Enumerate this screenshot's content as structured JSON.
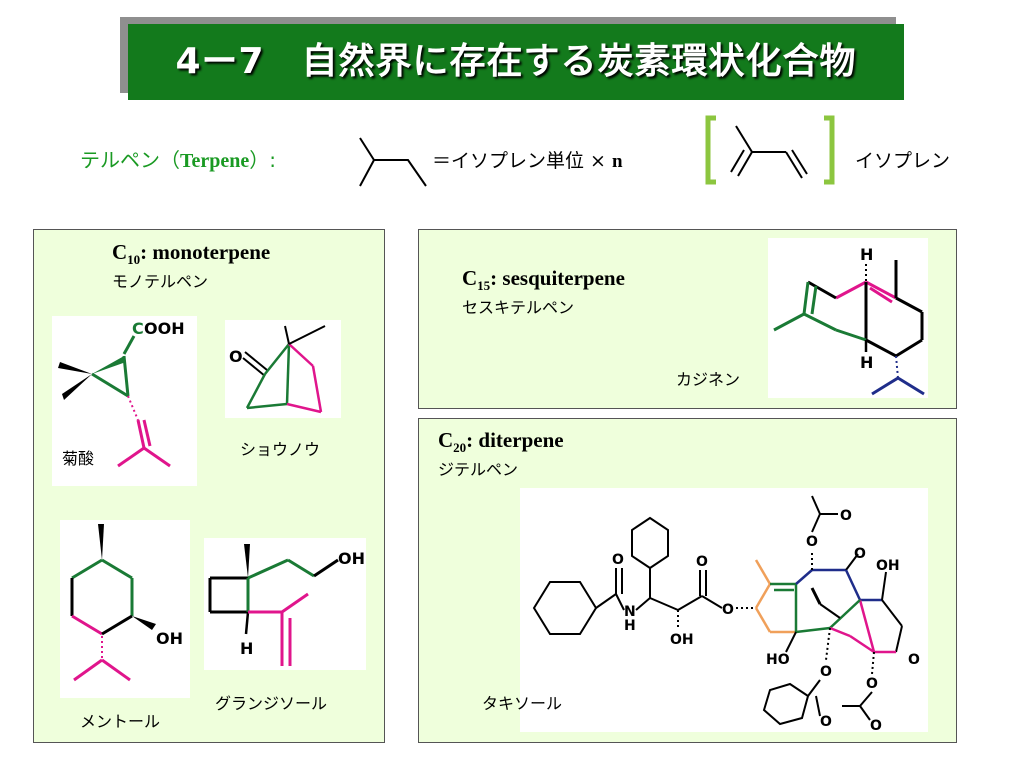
{
  "title": "4ー7　自然界に存在する炭素環状化合物",
  "terpene": {
    "ja": "テルペン",
    "open": "（",
    "latin": "Terpene",
    "close": "）:"
  },
  "equation": {
    "text": "＝イソプレン単位 ×",
    "n": "n"
  },
  "isoprene_label": "イソプレン",
  "monoterpene": {
    "heading_c": "C",
    "heading_sub": "10",
    "heading_rest": ": monoterpene",
    "kana": "モノテルペン",
    "compounds": [
      "菊酸",
      "ショウノウ",
      "メントール",
      "グランジソール"
    ]
  },
  "sesquiterpene": {
    "heading_c": "C",
    "heading_sub": "15",
    "heading_rest": ": sesquiterpene",
    "kana": "セスキテルペン",
    "compound": "カジネン"
  },
  "diterpene": {
    "heading_c": "C",
    "heading_sub": "20",
    "heading_rest": ": diterpene",
    "kana": "ジテルペン",
    "compound": "タキソール"
  },
  "atoms": {
    "cooh": "COOH",
    "o": "O",
    "oh": "OH",
    "h": "H",
    "ho": "HO",
    "n": "N"
  },
  "colors": {
    "title_green": "#137a1c",
    "label_green": "#1a9a23",
    "panel_bg": "#efffdc",
    "bracket": "#8cc63f",
    "bond_green": "#1a7a35",
    "bond_magenta": "#e0158c",
    "bond_navy": "#1f2d8a",
    "bond_orange": "#f0a05a"
  }
}
